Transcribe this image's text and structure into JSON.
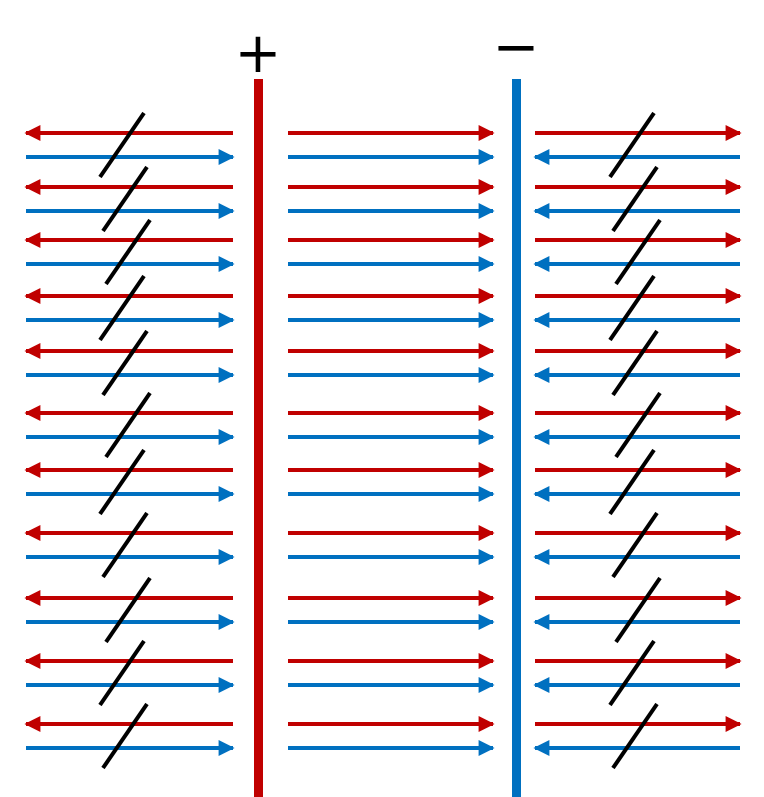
{
  "plates": {
    "positive": {
      "sign": "+",
      "color": "#c00000"
    },
    "negative": {
      "sign": "−",
      "color": "#0070c0"
    }
  },
  "colors": {
    "positive_field": "#c00000",
    "negative_field": "#0070c0",
    "cancel_mark": "#000000"
  },
  "icons": {
    "arrow": "arrowhead-triangle",
    "cancel": "slash-mark"
  },
  "regions": {
    "left": {
      "red_direction": "left",
      "blue_direction": "right",
      "cancelled": true
    },
    "middle": {
      "red_direction": "right",
      "blue_direction": "right",
      "cancelled": false
    },
    "right": {
      "red_direction": "right",
      "blue_direction": "left",
      "cancelled": true
    }
  }
}
